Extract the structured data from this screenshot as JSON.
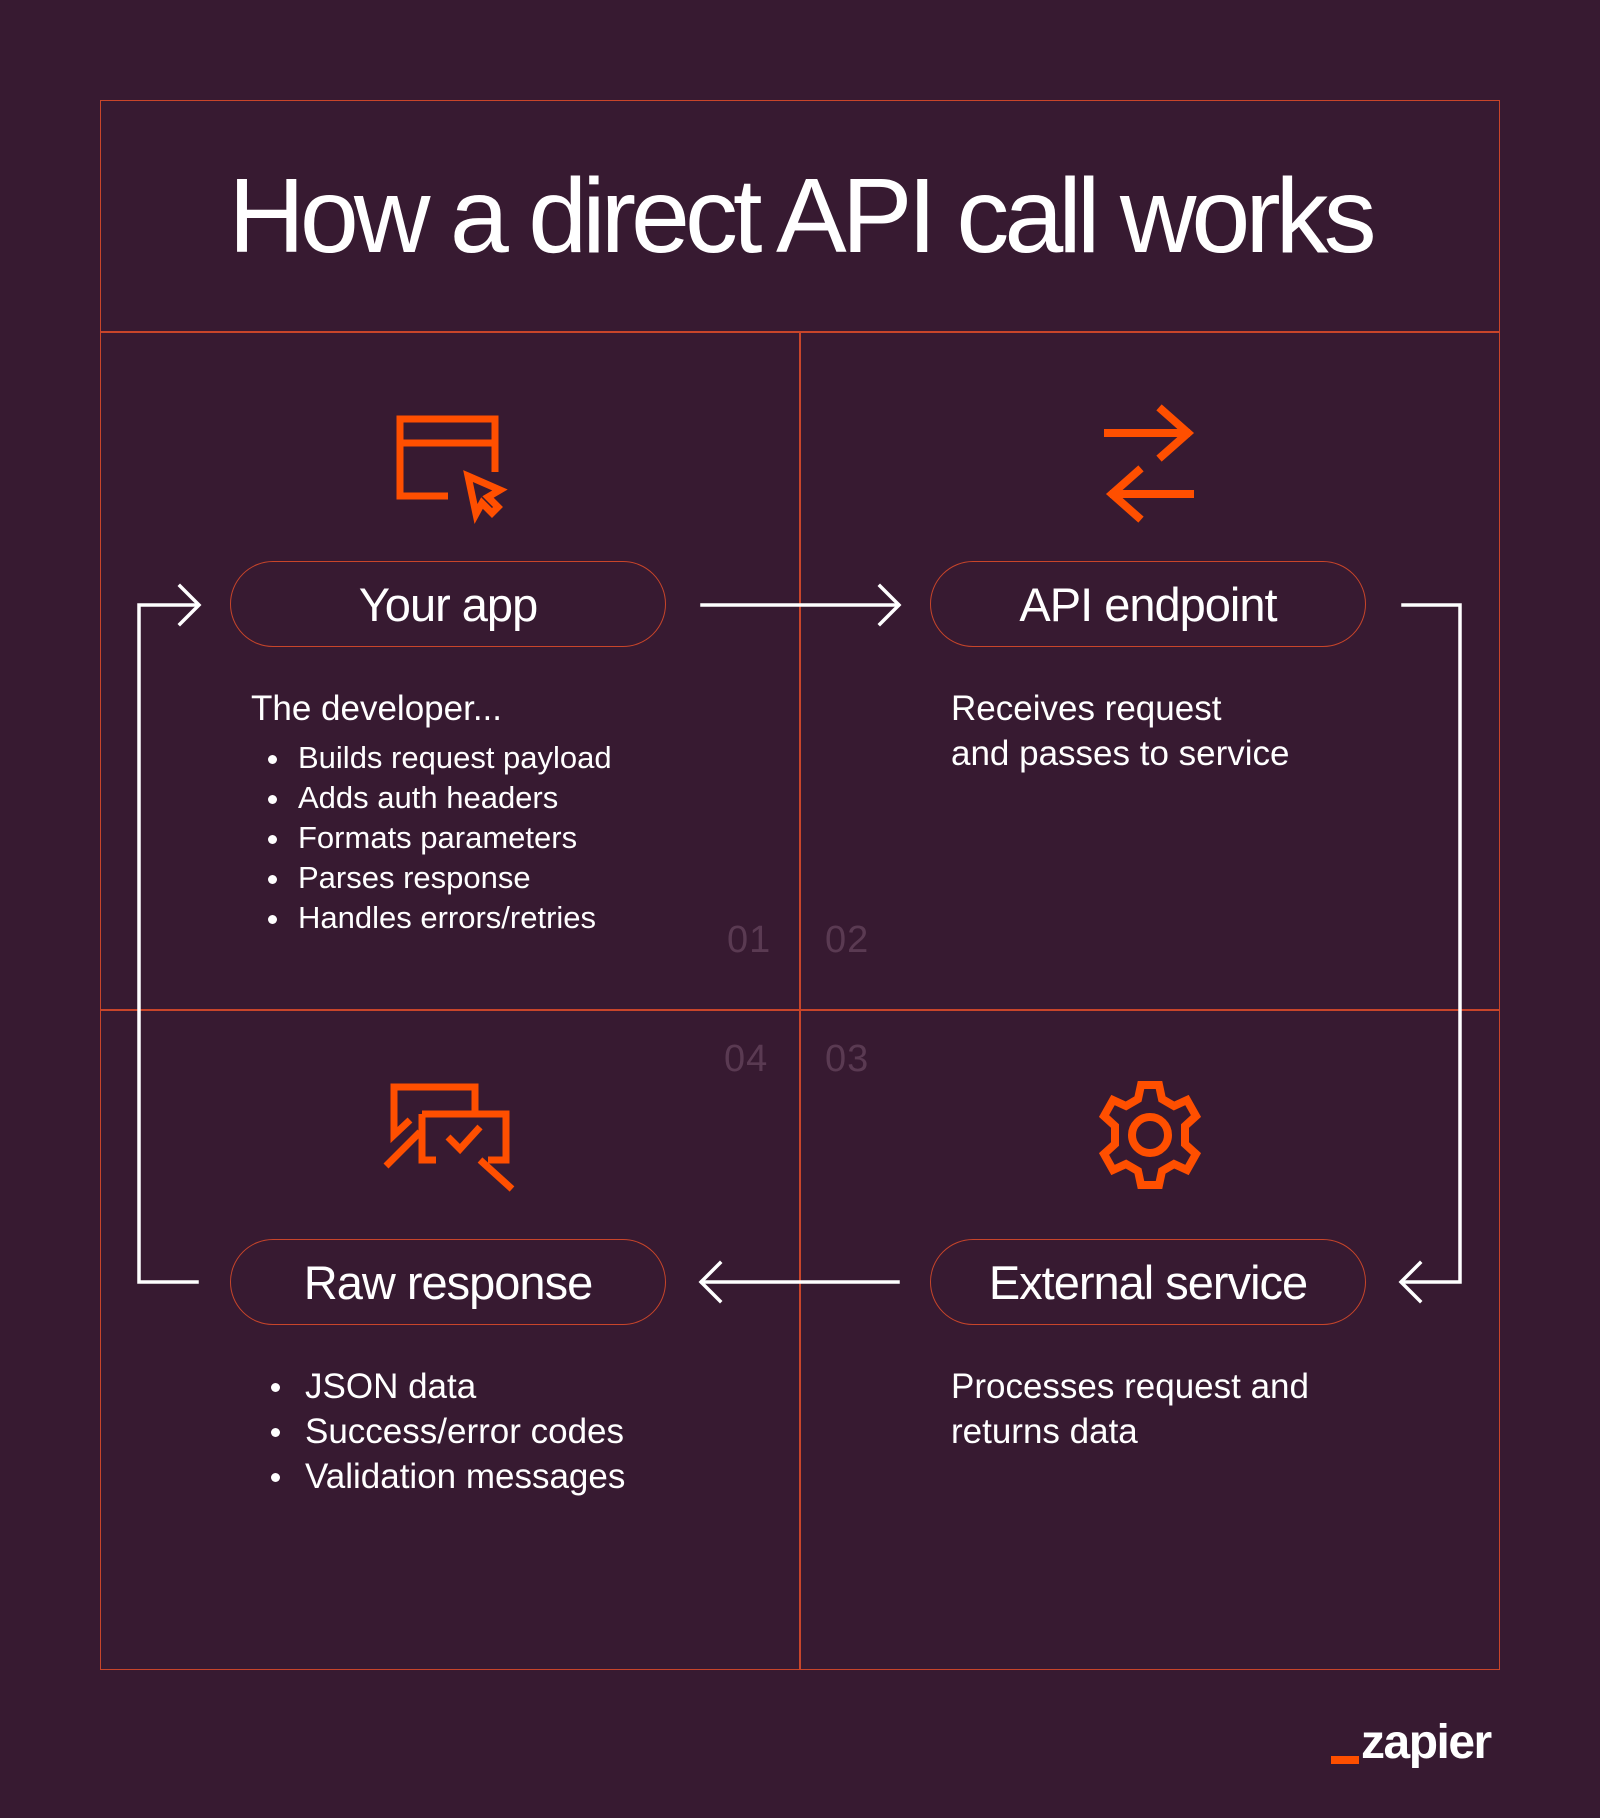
{
  "title": "How a direct API call works",
  "accent_color": "#ff4f00",
  "background_color": "#371a31",
  "border_color": "#c8452a",
  "steps": [
    {
      "number": "01",
      "label": "Your app",
      "icon": "app-window-cursor-icon",
      "heading": "The developer...",
      "bullets": [
        "Builds request payload",
        "Adds auth headers",
        "Formats parameters",
        "Parses response",
        "Handles errors/retries"
      ]
    },
    {
      "number": "02",
      "label": "API endpoint",
      "icon": "swap-arrows-icon",
      "description": [
        "Receives request",
        "and passes to service"
      ]
    },
    {
      "number": "03",
      "label": "External service",
      "icon": "gear-icon",
      "description": [
        "Processes request and",
        "returns data"
      ]
    },
    {
      "number": "04",
      "label": "Raw response",
      "icon": "chat-search-check-icon",
      "bullets": [
        "JSON data",
        "Success/error codes",
        "Validation messages"
      ]
    }
  ],
  "brand": "zapier"
}
